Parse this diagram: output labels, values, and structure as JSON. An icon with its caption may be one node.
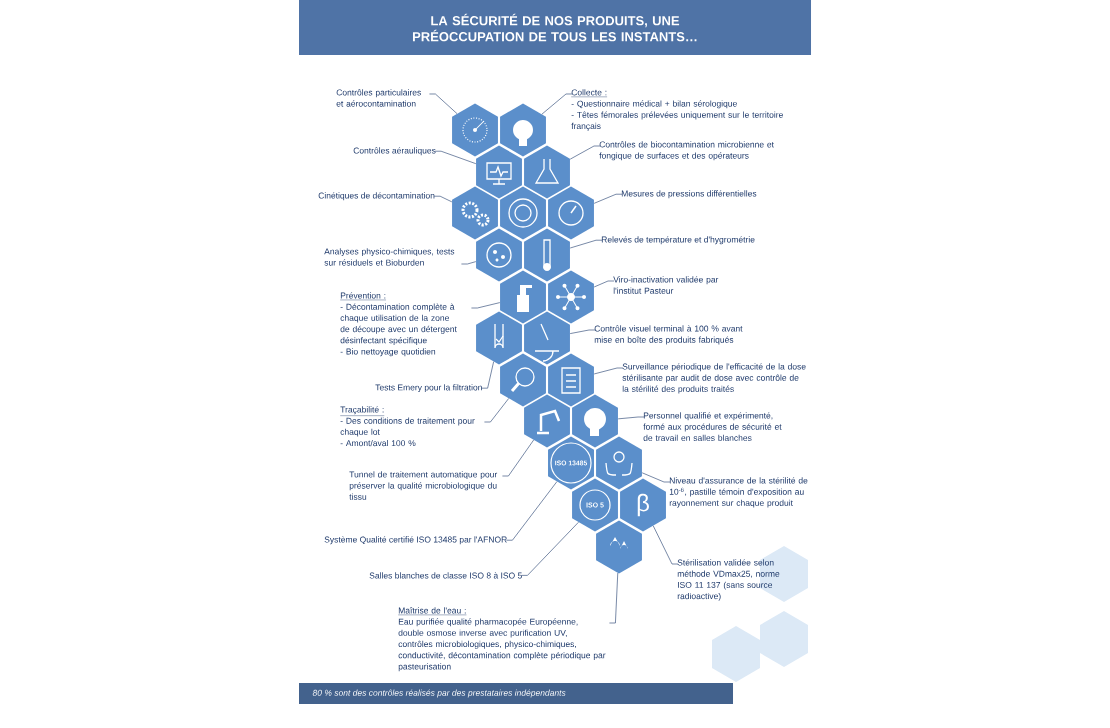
{
  "diagram": {
    "title": "LA SÉCURITÉ DE NOS PRODUITS, UNE PRÉOCCUPATION DE TOUS LES INSTANTS…",
    "caption": "80 % sont des contrôles réalisés par des prestataires indépendants",
    "nodes": [
      {
        "text": [
          "Contrôles particulaires et aérocontamination"
        ]
      },
      {
        "text": [
          "Collecte :",
          "- Questionnaire médical + bilan sérologique",
          "- Têtes fémorales prélevées uniquement sur le territoire français"
        ]
      },
      {
        "text": [
          "Contrôles aérauliques"
        ]
      },
      {
        "text": [
          "Contrôles de biocontamination microbienne et fongique de surfaces et des opérateurs"
        ]
      },
      {
        "text": [
          "Cinétiques de décontamination"
        ]
      },
      {
        "text": [
          "Mesures de pressions différentielles"
        ]
      },
      {
        "text": [
          "Relevés de température et d'hygrométrie"
        ]
      },
      {
        "text": [
          "Analyses physico-chimiques, tests sur résiduels et Bioburden"
        ]
      },
      {
        "text": [
          "Viro-inactivation validée par l'institut Pasteur"
        ]
      },
      {
        "text": [
          "Prévention :",
          "- Décontamination complète à chaque utilisation de la zone de découpe avec un détergent désinfectant spécifique",
          "- Bio nettoyage quotidien"
        ]
      },
      {
        "text": [
          "Contrôle visuel terminal à 100 % avant mise en boîte des produits fabriqués"
        ]
      },
      {
        "text": [
          "Tests Emery pour la filtration"
        ]
      },
      {
        "text": [
          "Traçabilité :",
          "- Des conditions de traitement pour chaque lot",
          "- Amont/aval 100 %"
        ]
      },
      {
        "text": [
          "Surveillance périodique de l'efficacité de la dose stérilisante par audit de dose avec contrôle de la stérilité des produits traités"
        ]
      },
      {
        "text": [
          "Personnel qualifié et expérimenté, formé aux procédures de sécurité et de travail en salles blanches"
        ]
      },
      {
        "text": [
          "Tunnel de traitement automatique pour préserver la qualité microbiologique du tissu"
        ]
      },
      {
        "text": [
          "Niveau d'assurance de la stérilité de 10$^{-6}$, pastille témoin d'exposition au rayonnement sur chaque produit"
        ]
      },
      {
        "text": [
          "Système Qualité certifié ISO 13485 par l'AFNOR"
        ]
      },
      {
        "text": [
          "Salles blanches de classe ISO 8 à ISO 5"
        ]
      },
      {
        "text": [
          "Stérilisation validée selon méthode VDmax25, norme ISO 11 137 (sans source radioactive)"
        ]
      },
      {
        "text": [
          "Maîtrise de l'eau :",
          "Eau purifiée qualité pharmacopée Européenne, double osmose inverse avec purification UV, contrôles microbiologiques, physico-chimiques, conductivité, décontamination complète périodique par pasteurisation"
        ]
      },
      {
        "text": [],
        "shape": "hexagon"
      },
      {
        "text": [],
        "shape": "hexagon"
      },
      {
        "text": [],
        "shape": "hexagon"
      },
      {
        "text": [],
        "shape": "hexagon"
      },
      {
        "text": [],
        "shape": "hexagon"
      },
      {
        "text": [],
        "shape": "hexagon"
      },
      {
        "text": [],
        "shape": "hexagon"
      },
      {
        "text": [],
        "shape": "hexagon"
      },
      {
        "text": [],
        "shape": "hexagon"
      },
      {
        "text": [],
        "shape": "hexagon"
      },
      {
        "text": [],
        "shape": "hexagon"
      },
      {
        "text": [],
        "shape": "hexagon"
      },
      {
        "text": [],
        "shape": "hexagon"
      },
      {
        "text": [],
        "shape": "hexagon"
      },
      {
        "text": [],
        "shape": "hexagon"
      },
      {
        "text": [],
        "shape": "hexagon"
      },
      {
        "text": [],
        "shape": "hexagon"
      },
      {
        "text": [
          "ISO 13485"
        ]
      },
      {
        "text": [],
        "shape": "hexagon"
      },
      {
        "text": [
          "ISO 5"
        ]
      },
      {
        "text": [
          "β"
        ]
      },
      {
        "text": [],
        "shape": "hexagon"
      }
    ],
    "edges": [
      {
        "from": 0,
        "to": 21,
        "arrow": "none"
      },
      {
        "from": 1,
        "to": 22,
        "arrow": "none"
      },
      {
        "from": 2,
        "to": 23,
        "arrow": "none"
      },
      {
        "from": 3,
        "to": 24,
        "arrow": "none"
      },
      {
        "from": 4,
        "to": 25,
        "arrow": "none"
      },
      {
        "from": 5,
        "to": 27,
        "arrow": "none"
      },
      {
        "from": 6,
        "to": 29,
        "arrow": "none"
      },
      {
        "from": 7,
        "to": 28,
        "arrow": "none"
      },
      {
        "from": 8,
        "to": 31,
        "arrow": "none"
      },
      {
        "from": 9,
        "to": 30,
        "arrow": "none"
      },
      {
        "from": 10,
        "to": 33,
        "arrow": "none"
      },
      {
        "from": 11,
        "to": 32,
        "arrow": "none"
      },
      {
        "from": 12,
        "to": 34,
        "arrow": "none"
      },
      {
        "from": 13,
        "to": 35,
        "arrow": "none"
      },
      {
        "from": 14,
        "to": 37,
        "arrow": "none"
      },
      {
        "from": 15,
        "to": 36,
        "arrow": "none"
      },
      {
        "from": 16,
        "to": 39,
        "arrow": "none"
      },
      {
        "from": 17,
        "to": 38,
        "arrow": "none"
      },
      {
        "from": 18,
        "to": 40,
        "arrow": "none"
      },
      {
        "from": 19,
        "to": 41,
        "arrow": "none"
      },
      {
        "from": 20,
        "to": 42,
        "arrow": "none"
      }
    ]
  }
}
